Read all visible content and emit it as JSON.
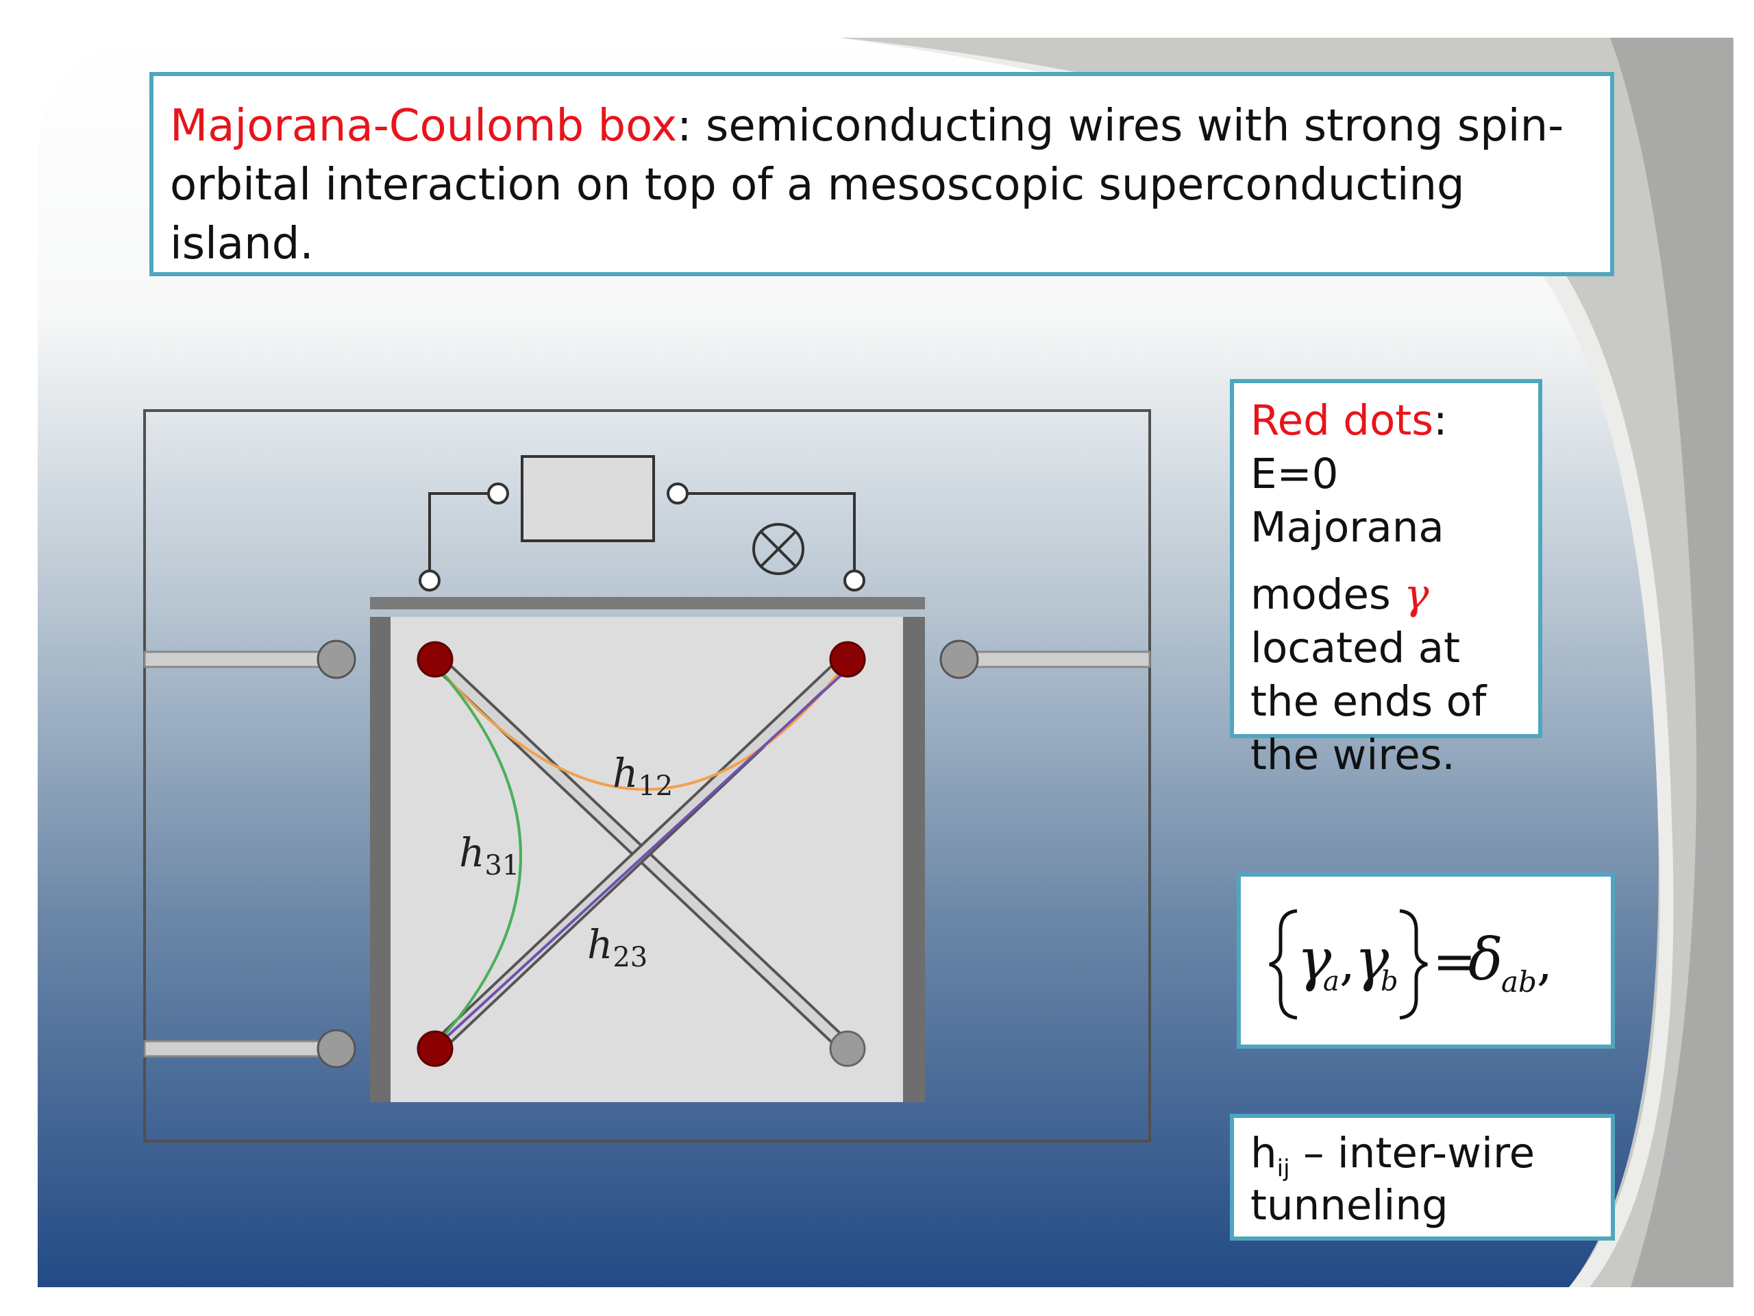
{
  "header": {
    "highlight": "Majorana-Coulomb box",
    "text": ": semiconducting wires with strong spin-orbital interaction on top of a mesoscopic superconducting island."
  },
  "red_dots_note": {
    "highlight": "Red dots",
    "line1_rest": ": E=0",
    "line2": "Majorana",
    "line3": "modes ",
    "gamma": "γ",
    "line4": "located at",
    "line5": "the ends of",
    "line6": "the wires."
  },
  "formula": {
    "gamma": "γ",
    "sub_a": "a",
    "sub_b": "b",
    "delta": "δ",
    "sub_ab": "ab",
    "comma": ",",
    "equals": "="
  },
  "tunneling_note": {
    "h": "h",
    "sub": "ij",
    "text": " – inter-wire tunneling"
  },
  "diagram": {
    "labels": {
      "h12": {
        "base": "h",
        "sub": "12"
      },
      "h31": {
        "base": "h",
        "sub": "31"
      },
      "h23": {
        "base": "h",
        "sub": "23"
      }
    }
  },
  "colors": {
    "accent_red": "#e8141b",
    "box_border": "#4fa6bf",
    "majorana_dot": "#8b0000",
    "tunnel_h12": "#f0a050",
    "tunnel_h31": "#4ab05a",
    "tunnel_h23": "#7050b0"
  }
}
